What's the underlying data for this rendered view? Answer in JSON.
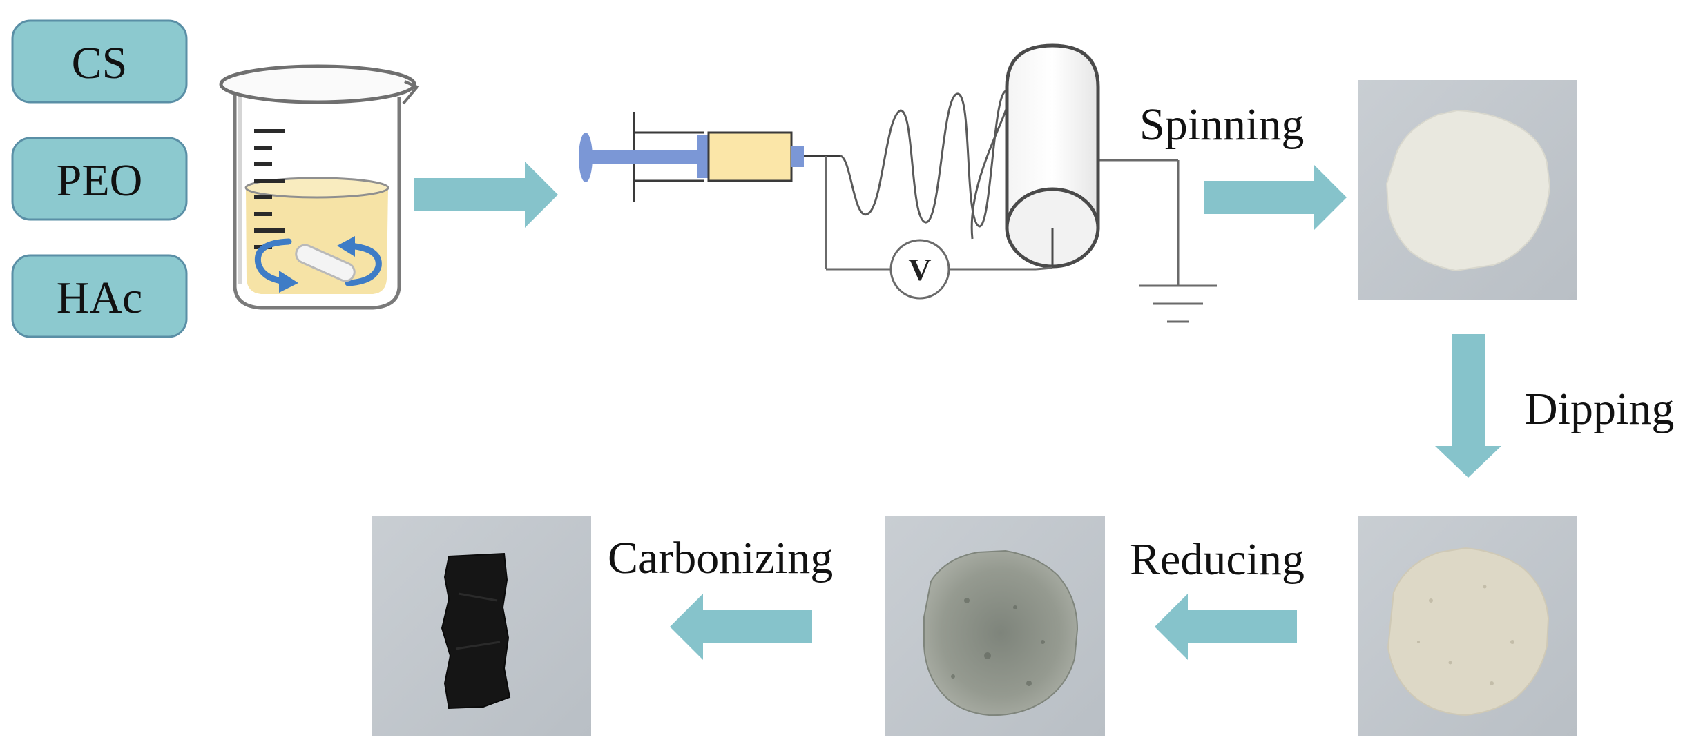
{
  "materials": [
    {
      "label": "CS"
    },
    {
      "label": "PEO"
    },
    {
      "label": "HAc"
    }
  ],
  "voltmeter": {
    "label": "V"
  },
  "steps": {
    "spinning": "Spinning",
    "dipping": "Dipping",
    "reducing": "Reducing",
    "carbonizing": "Carbonizing"
  },
  "colors": {
    "pill_fill": "#8cc9cf",
    "pill_stroke": "#5a8fa6",
    "arrow": "#86c3cb",
    "solution": "#f6e3a6",
    "syringe_plunger": "#7b97d6",
    "photo_background": "#c2c7cc",
    "white_membrane": "#e9e8df",
    "dipped_membrane": "#ddd8c6",
    "reduced_membrane": "#8d9388",
    "carbonized_membrane": "#151515"
  }
}
